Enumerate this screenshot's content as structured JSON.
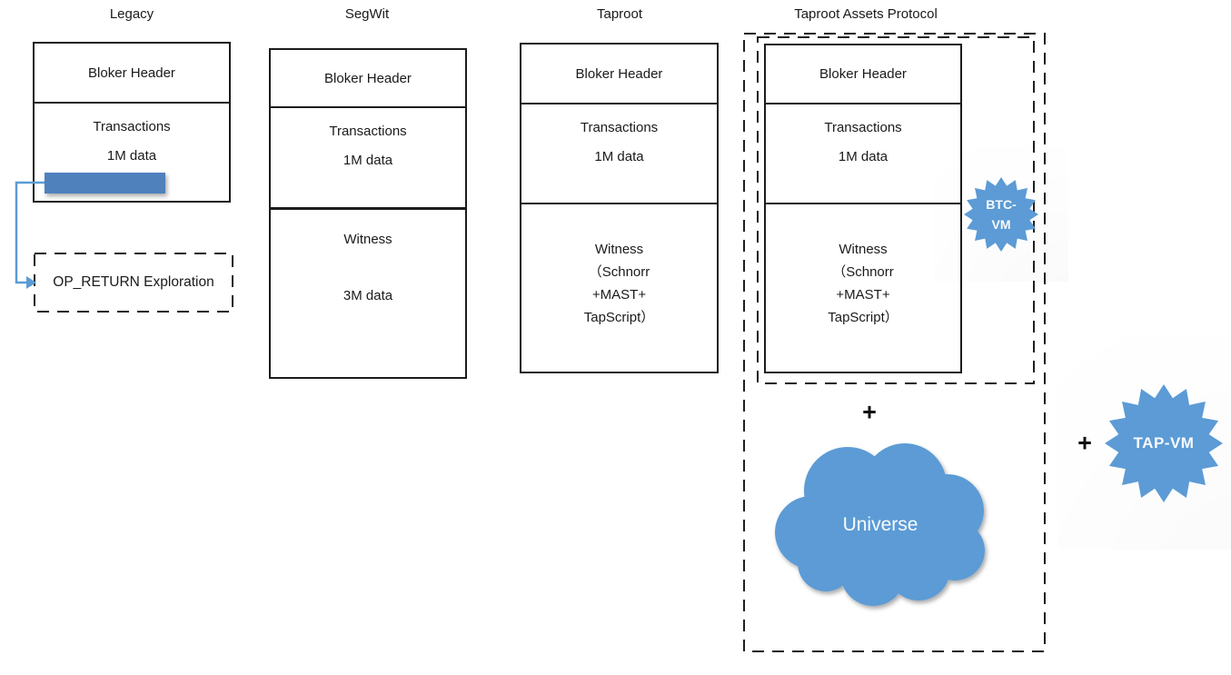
{
  "columns": [
    {
      "title": "Legacy",
      "header": "Bloker Header",
      "transactions": [
        "Transactions",
        "1M data"
      ],
      "op_return_label": "OP_RETURN Exploration"
    },
    {
      "title": "SegWit",
      "header": "Bloker Header",
      "transactions": [
        "Transactions",
        "1M data"
      ],
      "witness": [
        "Witness",
        "3M data"
      ]
    },
    {
      "title": "Taproot",
      "header": "Bloker Header",
      "transactions": [
        "Transactions",
        "1M data"
      ],
      "witness": [
        "Witness",
        "（Schnorr",
        "+MAST+",
        "TapScript）"
      ]
    },
    {
      "title": "Taproot Assets Protocol",
      "header": "Bloker Header",
      "transactions": [
        "Transactions",
        "1M data"
      ],
      "witness": [
        "Witness",
        "（Schnorr",
        "+MAST+",
        "TapScript）"
      ]
    }
  ],
  "badges": {
    "btc_vm": [
      "BTC-",
      "VM"
    ],
    "tap_vm": "TAP-VM"
  },
  "cloud": {
    "label": "Universe"
  },
  "operators": {
    "plus_universe": "+",
    "plus_tapvm": "+"
  },
  "colors": {
    "bar_blue": "#4f81bd",
    "shape_blue": "#5b9bd5",
    "arrow_blue": "#5b9bd5",
    "border_dark": "#1f1f1f"
  }
}
